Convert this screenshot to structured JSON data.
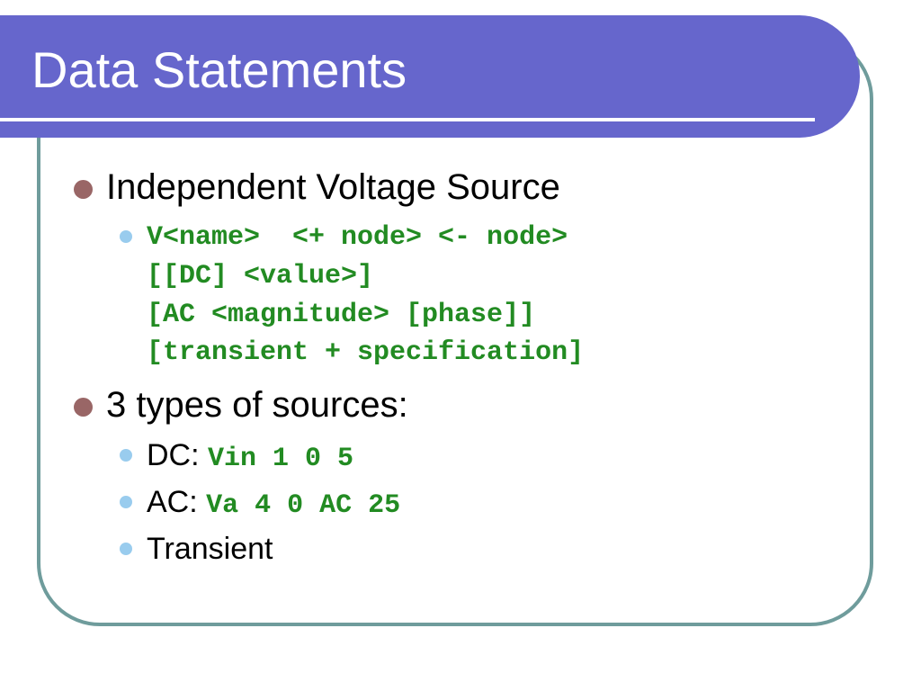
{
  "slide": {
    "title": "Data Statements",
    "colors": {
      "banner": "#6666cc",
      "frame": "#6f9c9c",
      "code": "#228b22",
      "bullet_level1": "#996666",
      "bullet_level2": "#99ccee"
    }
  },
  "bullets": [
    {
      "text": "Independent Voltage Source",
      "sub": [
        {
          "code_lines": [
            "V<name>  <+ node> <- node>",
            "[[DC] <value>]",
            "[AC <magnitude> [phase]]",
            "[transient + specification]"
          ]
        }
      ]
    },
    {
      "text": "3 types of sources:",
      "sub": [
        {
          "label": "DC: ",
          "code": "Vin 1 0 5"
        },
        {
          "label": "AC: ",
          "code": "Va 4 0 AC 25"
        },
        {
          "label": "Transient"
        }
      ]
    }
  ]
}
